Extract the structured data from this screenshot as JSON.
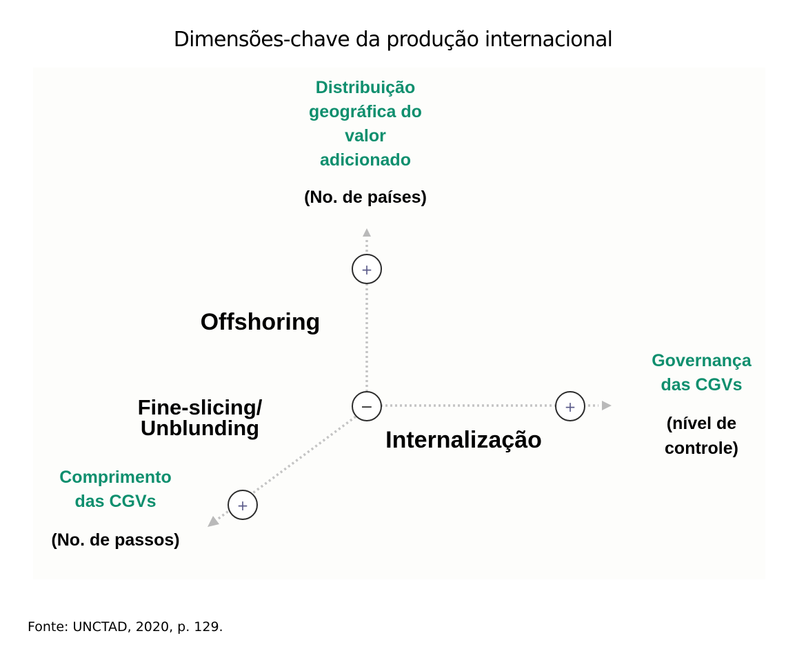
{
  "title": "Dimensões-chave da produção internacional",
  "axes": {
    "vertical": {
      "label_lines": [
        "Distribuição",
        "geográfica do",
        "valor",
        "adicionado"
      ],
      "measure": "(No. de países)",
      "dimension": "Offshoring",
      "end_symbol": "+"
    },
    "horizontal": {
      "label_lines": [
        "Governança",
        "das CGVs"
      ],
      "measure_lines": [
        "(nível de",
        "controle)"
      ],
      "dimension": "Internalização",
      "end_symbol": "+"
    },
    "diagonal": {
      "label_lines": [
        "Comprimento",
        "das CGVs"
      ],
      "measure": "(No. de passos)",
      "dimension_lines": [
        "Fine-slicing/",
        "Unblunding"
      ],
      "end_symbol": "+"
    }
  },
  "origin_symbol": "−",
  "source": "Fonte: UNCTAD, 2020, p. 129.",
  "colors": {
    "accent_green": "#0f8f6e",
    "dotted_line": "#c4c4c4",
    "arrow_head": "#b9b9b9",
    "circle_stroke": "#2b2b2b"
  }
}
